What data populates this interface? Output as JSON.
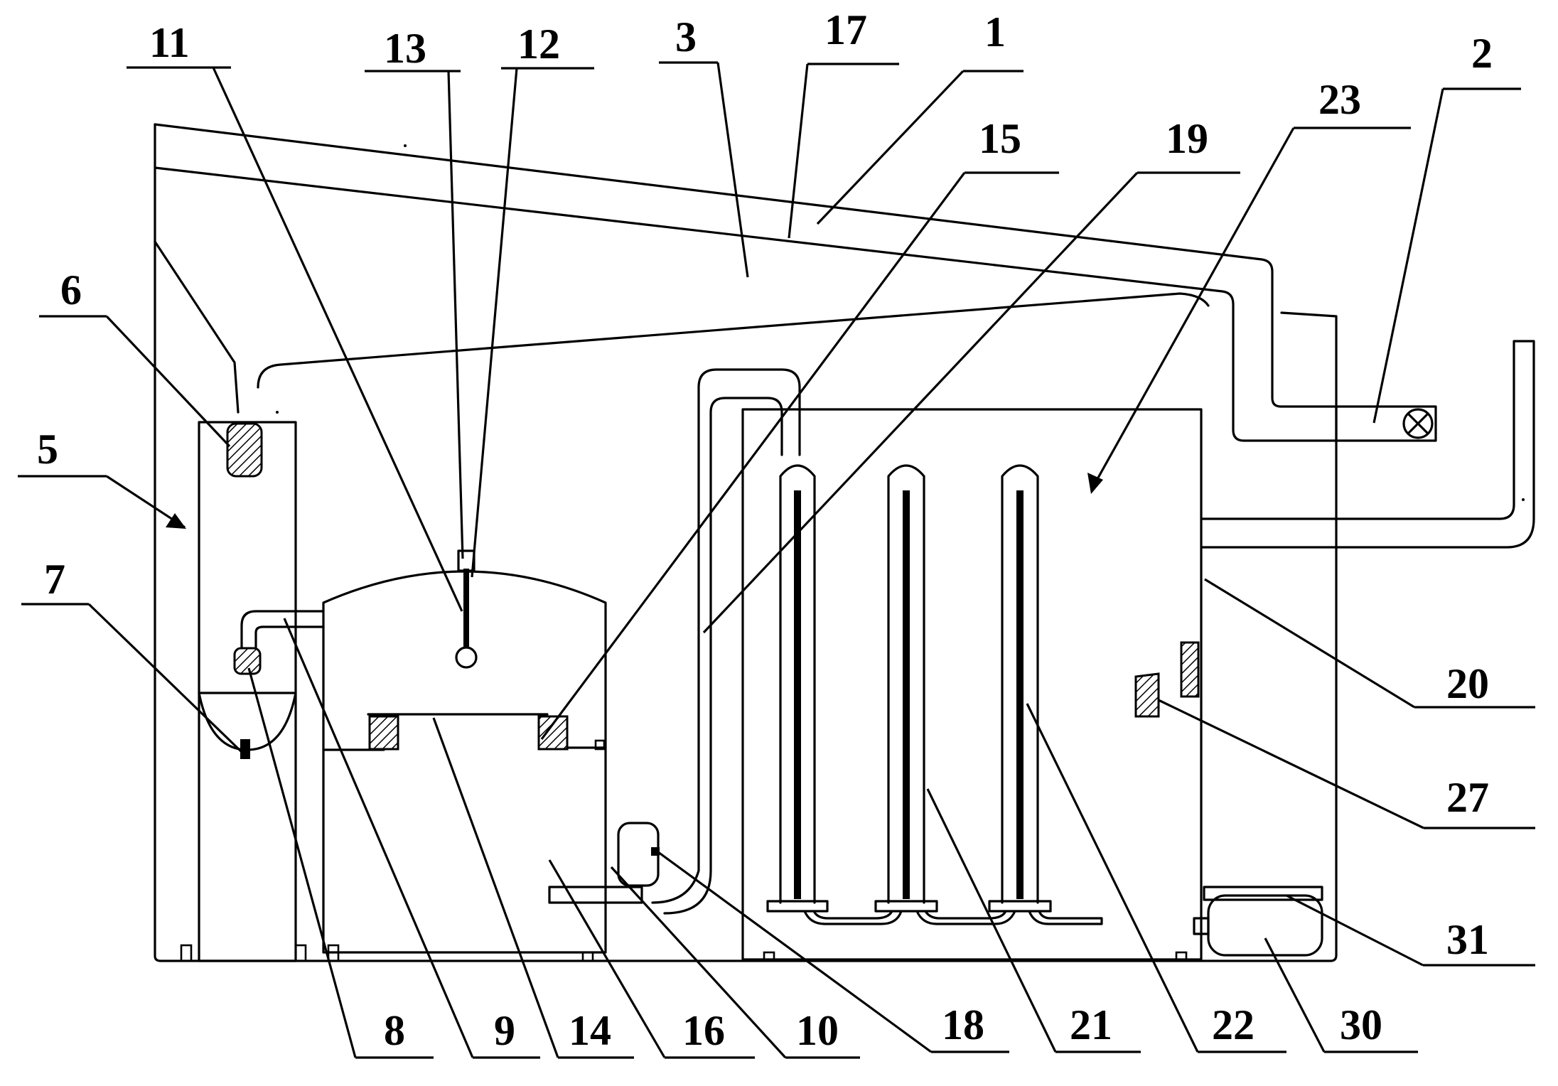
{
  "labels": {
    "n1": "1",
    "n2": "2",
    "n3": "3",
    "n5": "5",
    "n6": "6",
    "n7": "7",
    "n8": "8",
    "n9": "9",
    "n10": "10",
    "n11": "11",
    "n12": "12",
    "n13": "13",
    "n14": "14",
    "n15": "15",
    "n16": "16",
    "n17": "17",
    "n18": "18",
    "n19": "19",
    "n20": "20",
    "n21": "21",
    "n22": "22",
    "n23": "23",
    "n27": "27",
    "n30": "30",
    "n31": "31"
  }
}
